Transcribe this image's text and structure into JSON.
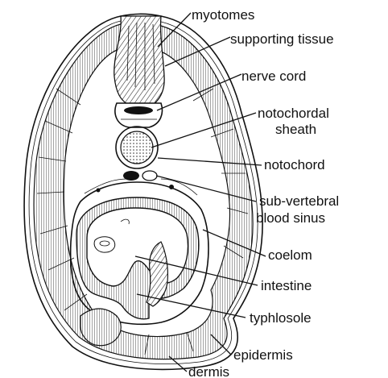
{
  "labels": {
    "myotomes": "myotomes",
    "supporting_tissue": "supporting   tissue",
    "nerve_cord": "nerve   cord",
    "notochordal_sheath_1": "notochordal",
    "notochordal_sheath_2": "sheath",
    "notochord": "notochord",
    "sub_vertebral_1": "sub-vertebral",
    "sub_vertebral_2": "blood sinus",
    "coelom": "coelom",
    "intestine": "intestine",
    "typhlosole": "typhlosole",
    "epidermis": "epidermis",
    "dermis": "dermis"
  }
}
